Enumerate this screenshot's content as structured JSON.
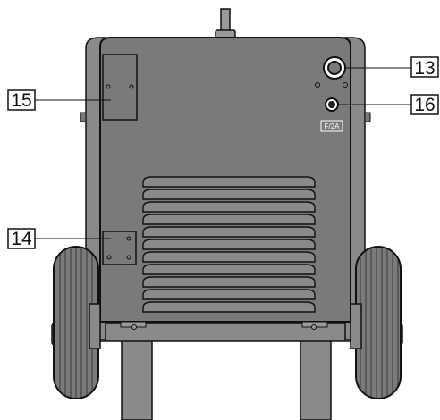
{
  "callouts": {
    "item_13": "13",
    "item_16": "16",
    "item_15": "15",
    "item_14": "14"
  },
  "fuse_label": "F/2A",
  "colors": {
    "body": "#7a7a7a",
    "frame": "#8a8a8a",
    "tire": "#7b7b7b",
    "line": "#111111"
  }
}
